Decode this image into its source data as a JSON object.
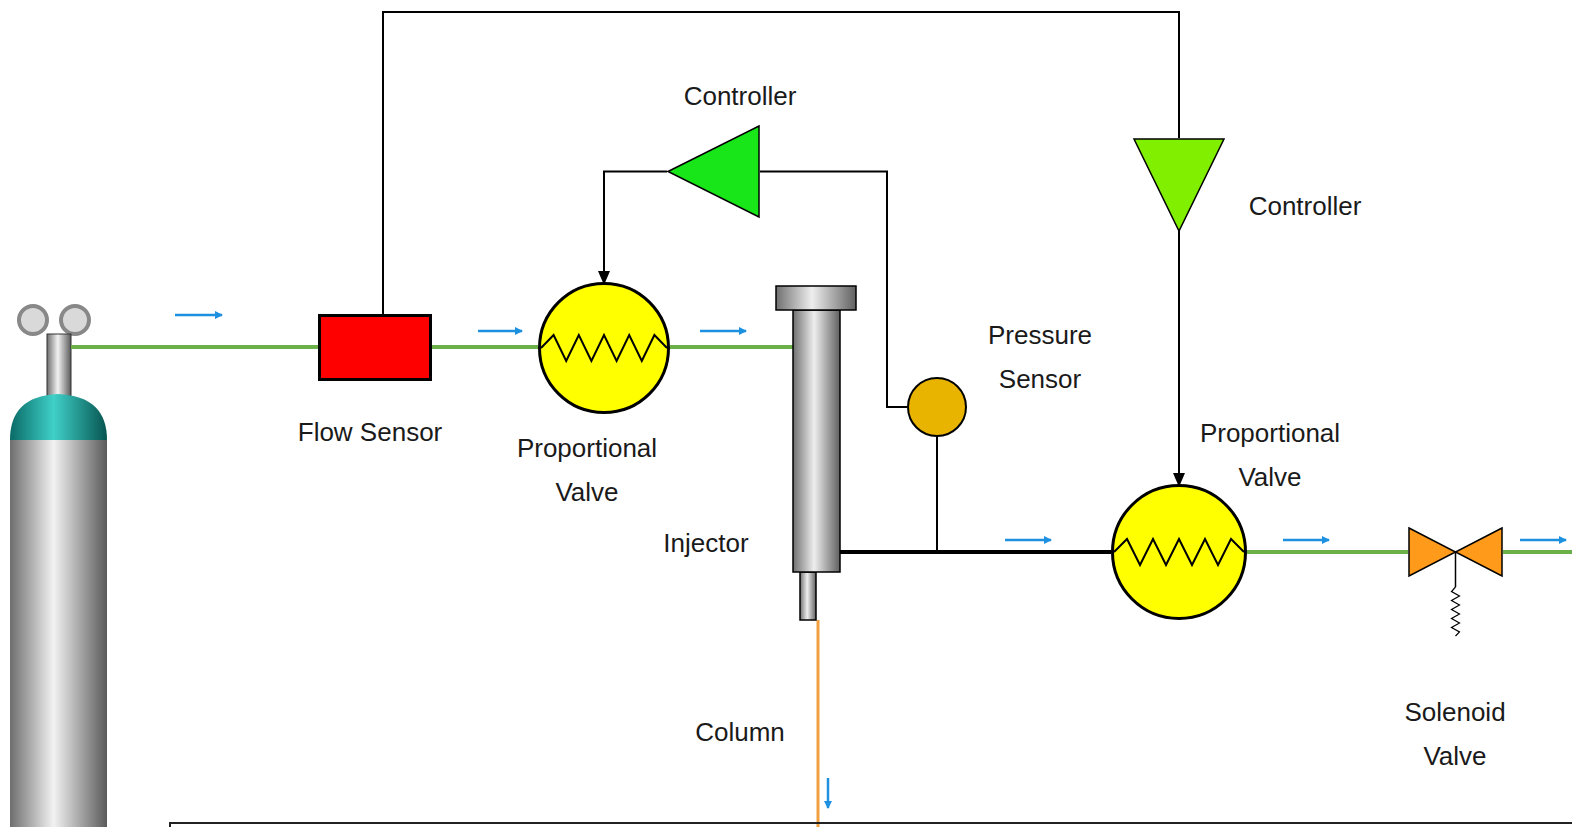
{
  "diagram": {
    "nodes": [
      {
        "text": [
          "Flow Sensor"
        ]
      },
      {
        "text": [
          "Controller"
        ]
      },
      {
        "text": [
          "Proportional Valve"
        ]
      },
      {
        "text": [
          "Injector"
        ]
      },
      {
        "text": [
          "Pressure Sensor"
        ]
      },
      {
        "text": [
          "Controller"
        ]
      },
      {
        "text": [
          "Proportional Valve"
        ]
      },
      {
        "text": [
          "Solenoid Valve"
        ]
      }
    ],
    "edges": [
      {
        "from": 0,
        "to": 5,
        "arrow": "none"
      },
      {
        "from": 0,
        "to": 2,
        "arrow": "none"
      },
      {
        "from": 1,
        "to": 2,
        "arrow": "to"
      },
      {
        "from": 4,
        "to": 1,
        "arrow": "none"
      },
      {
        "from": 2,
        "to": 3,
        "arrow": "none"
      },
      {
        "from": 3,
        "to": 6,
        "arrow": "none"
      },
      {
        "from": 3,
        "to": 4,
        "arrow": "none"
      },
      {
        "from": 5,
        "to": 6,
        "arrow": "to"
      },
      {
        "from": 6,
        "to": 7,
        "arrow": "none"
      }
    ],
    "labels": [
      "Column"
    ]
  }
}
